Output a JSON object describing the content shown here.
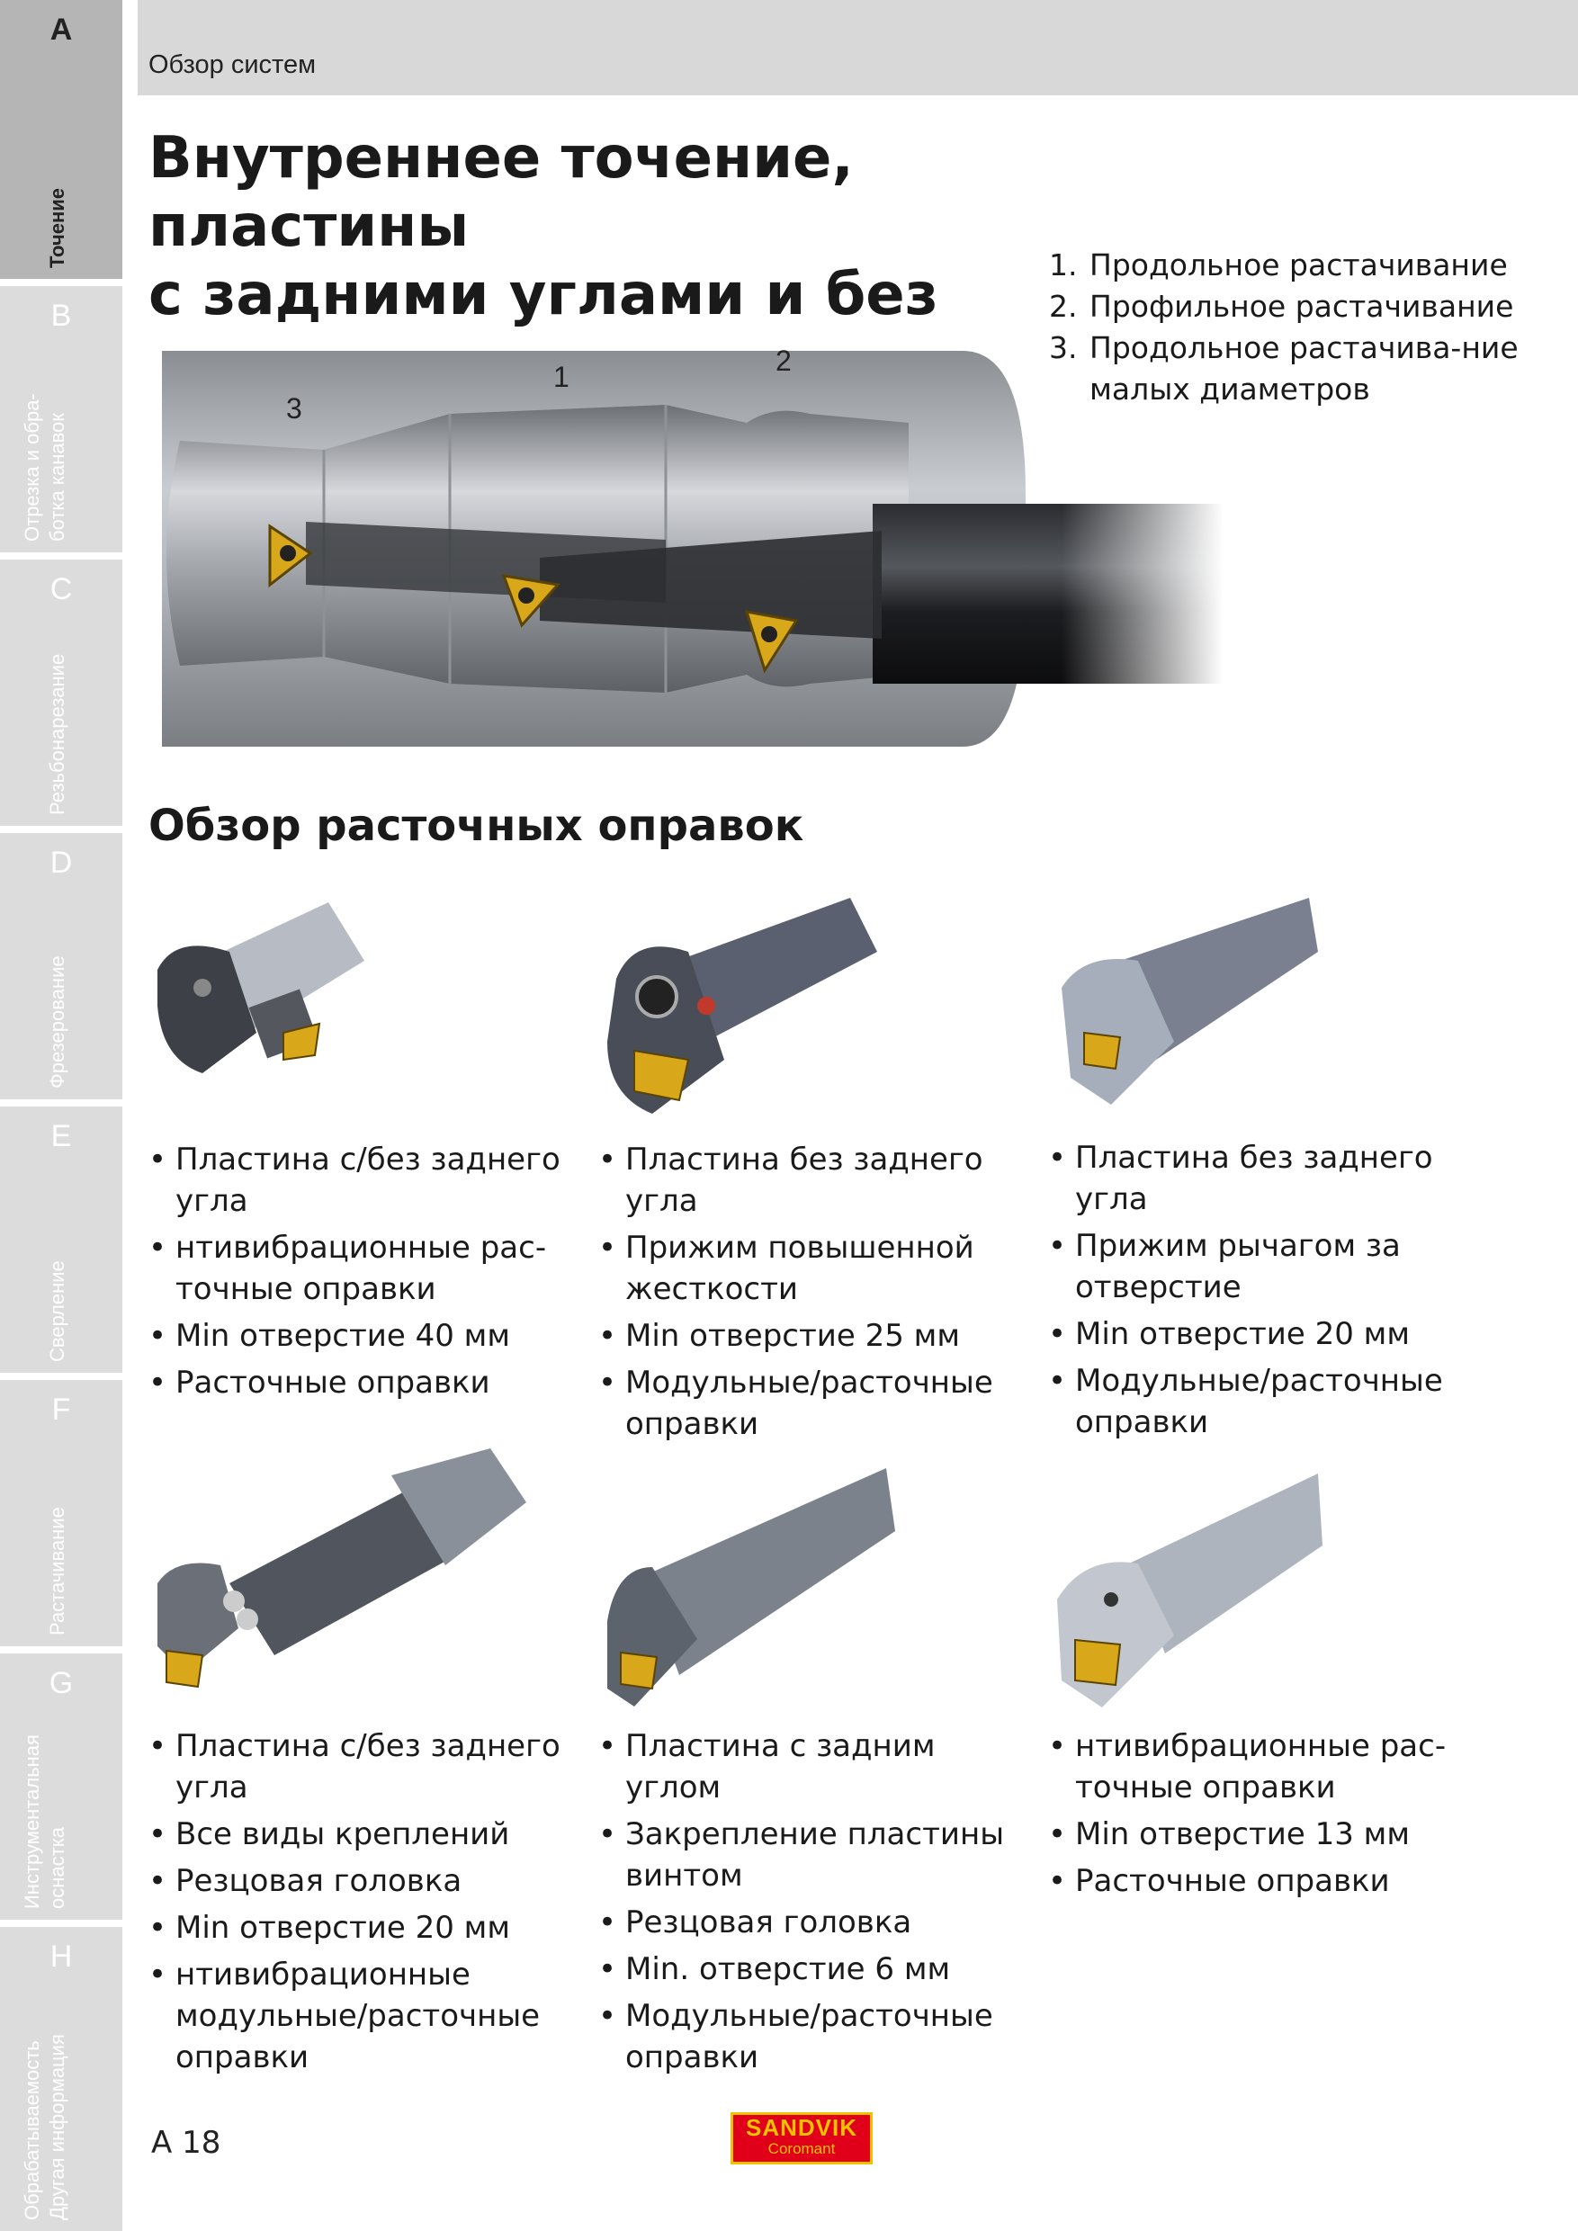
{
  "sidebar": {
    "tabs": [
      {
        "letter": "A",
        "label": "Точение"
      },
      {
        "letter": "B",
        "label": "Отрезка и обра-\nботка канавок"
      },
      {
        "letter": "C",
        "label": "Резьбонарезание"
      },
      {
        "letter": "D",
        "label": "Фрезерование"
      },
      {
        "letter": "E",
        "label": "Сверление"
      },
      {
        "letter": "F",
        "label": "Растачивание"
      },
      {
        "letter": "G",
        "label": "Инструментальная\nоснастка"
      },
      {
        "letter": "H",
        "label": "Обрабатываемость\nДругая информация"
      }
    ]
  },
  "header": {
    "section": "Обзор систем",
    "title_line1": "Внутреннее точение, пластины",
    "title_line2": "с задними углами и без"
  },
  "operations": [
    {
      "num": "1.",
      "text": "Продольное растачивание"
    },
    {
      "num": "2.",
      "text": "Профильное растачивание"
    },
    {
      "num": "3.",
      "text": "Продольное растачива-ние малых диаметров"
    }
  ],
  "hero": {
    "labels": [
      "1",
      "2",
      "3"
    ]
  },
  "subtitle": "Обзор расточных оправок",
  "cards": [
    {
      "bullets": [
        "Пластина с/без заднего угла",
        "нтивибрационные рас-точные оправки",
        "Min отверстие 40 мм",
        "Расточные оправки"
      ]
    },
    {
      "bullets": [
        "Пластина без заднего угла",
        "Прижим повышенной жесткости",
        "Min отверстие 25 мм",
        "Модульные/расточные оправки"
      ]
    },
    {
      "bullets": [
        "Пластина без заднего угла",
        "Прижим рычагом за отверстие",
        "Min отверстие 20 мм",
        "Модульные/расточные оправки"
      ]
    },
    {
      "bullets": [
        "Пластина с/без заднего угла",
        "Все виды креплений",
        "Резцовая головка",
        "Min отверстие 20 мм",
        "нтивибрационные модульные/расточные оправки"
      ]
    },
    {
      "bullets": [
        "Пластина с задним углом",
        "Закрепление пластины винтом",
        "Резцовая головка",
        "Min. отверстие 6 мм",
        "Модульные/расточные оправки"
      ]
    },
    {
      "bullets": [
        "нтивибрационные рас-точные оправки",
        "Min отверстие 13 мм",
        "Расточные оправки"
      ]
    }
  ],
  "footer": {
    "page": "A 18",
    "logo_line1": "SANDVIK",
    "logo_line2": "Coromant"
  },
  "colors": {
    "tab_inactive": "#dcdcdc",
    "tab_active": "#b5b5b5",
    "header_band": "#d8d8d8",
    "logo_red": "#e0001a",
    "logo_yellow": "#f2c200",
    "insert_gold": "#d8a81a"
  }
}
